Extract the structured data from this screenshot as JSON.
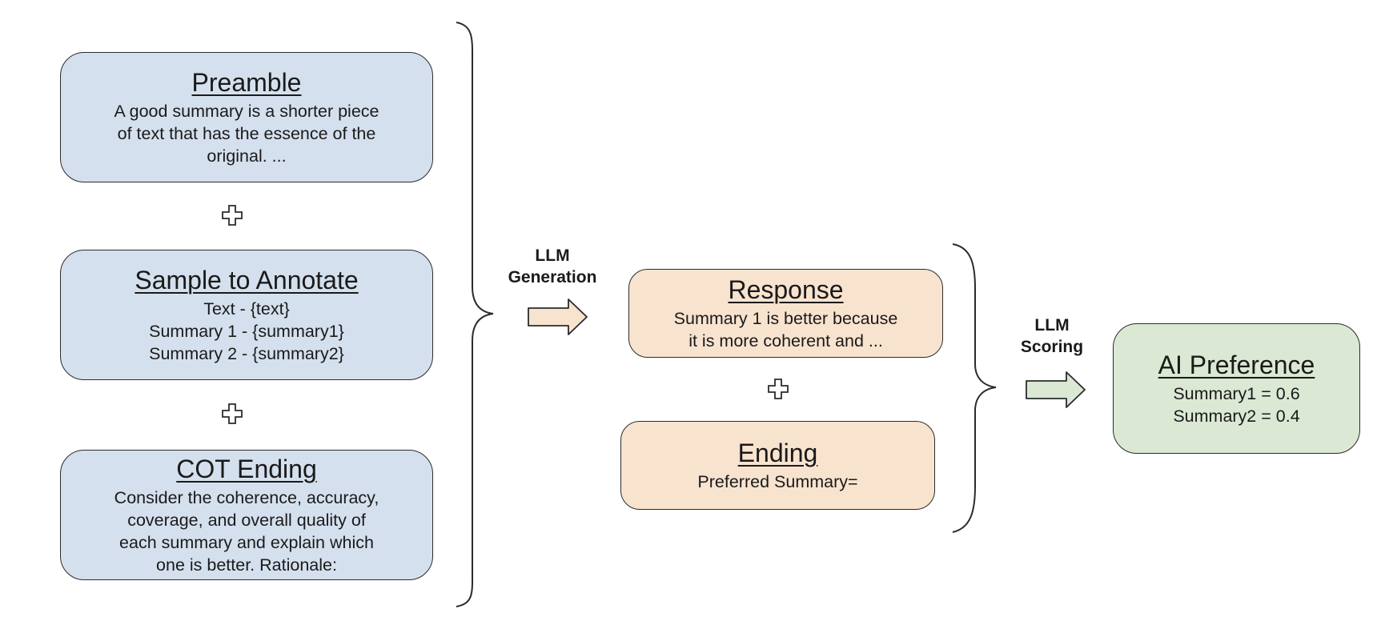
{
  "prompt_components": {
    "preamble": {
      "title": "Preamble",
      "lines": [
        "A good summary is a shorter piece",
        "of text that has the essence of the",
        "original. ..."
      ]
    },
    "sample": {
      "title": "Sample to Annotate",
      "lines": [
        "Text - {text}",
        "Summary 1 - {summary1}",
        "Summary 2 - {summary2}"
      ]
    },
    "cot_ending": {
      "title": "COT Ending",
      "lines": [
        "Consider the coherence, accuracy,",
        "coverage, and overall quality of",
        "each summary and explain which",
        "one is better. Rationale:"
      ]
    }
  },
  "generation_step": {
    "label_line1": "LLM",
    "label_line2": "Generation"
  },
  "scoring_components": {
    "response": {
      "title": "Response",
      "lines": [
        "Summary 1 is better because",
        "it is more coherent and ..."
      ]
    },
    "ending": {
      "title": "Ending",
      "lines": [
        "Preferred Summary="
      ]
    }
  },
  "scoring_step": {
    "label_line1": "LLM",
    "label_line2": "Scoring"
  },
  "output": {
    "title": "AI Preference",
    "lines": [
      "Summary1 = 0.6",
      "Summary2 = 0.4"
    ]
  },
  "colors": {
    "prompt_box_fill": "#d5e0ee",
    "response_box_fill": "#f8e3cf",
    "output_box_fill": "#dae8d4",
    "arrow_fill_generation": "#f8e3cf",
    "arrow_fill_scoring": "#dae8d4",
    "stroke": "#2b2b2b"
  }
}
